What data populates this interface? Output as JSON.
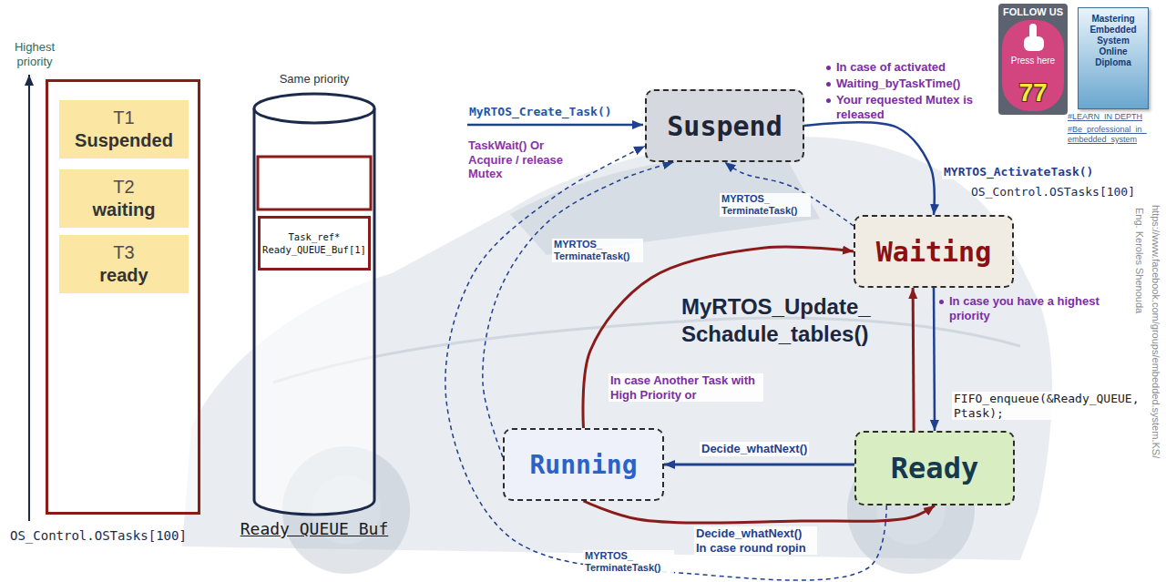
{
  "diagram": {
    "nodes": [
      {
        "text": [
          "OS_Control.OSTasks[100]"
        ]
      },
      {
        "text": [
          "T1",
          "Suspended"
        ],
        "in": 0
      },
      {
        "text": [
          "T2",
          "waiting"
        ],
        "in": 0
      },
      {
        "text": [
          "T3",
          "ready"
        ],
        "in": 0
      },
      {
        "text": [
          "Same priority",
          "Ready QUEUE Buf"
        ]
      },
      {
        "text": [
          "Task_ref* Ready_QUEUE_Buf[1]"
        ],
        "in": 4
      },
      {
        "text": [
          "Suspend"
        ]
      },
      {
        "text": [
          "Waiting"
        ]
      },
      {
        "text": [
          "Ready"
        ]
      },
      {
        "text": [
          "Running"
        ]
      },
      {
        "text": [
          "FOLLOW US",
          "Press here",
          "77"
        ]
      },
      {
        "text": [
          "Mastering Embedded System Online Diploma"
        ]
      }
    ],
    "edges": [
      {
        "from": 6,
        "to": 7,
        "arrow": "to",
        "label": "MYRTOS_ActivateTask()"
      },
      {
        "from": 7,
        "to": 6,
        "arrow": "to",
        "label": "MYRTOS_ TerminateTask()"
      },
      {
        "from": 7,
        "to": 8,
        "arrow": "to",
        "label": "FIFO_enqueue(&Ready_QUEUE, Ptask);"
      },
      {
        "from": 8,
        "to": 7,
        "arrow": "to"
      },
      {
        "from": 8,
        "to": 9,
        "arrow": "to",
        "label": "Decide_whatNext()"
      },
      {
        "from": 9,
        "to": 7,
        "arrow": "to",
        "label": "In case Another Task with High Priority or"
      },
      {
        "from": 9,
        "to": 8,
        "arrow": "to",
        "label": "Decide_whatNext() In case round ropin"
      },
      {
        "from": 9,
        "to": 6,
        "arrow": "to",
        "label": "MYRTOS_ TerminateTask()"
      },
      {
        "from": 8,
        "to": 6,
        "arrow": "to",
        "label": "MYRTOS_ TerminateTask()"
      }
    ],
    "labels": [
      "Highest priority",
      "MyRTOS_Create_Task()",
      "TaskWait() Or Acquire / release Mutex",
      "In case of activated",
      "Waiting_byTaskTime()",
      "Your requested Mutex is released",
      "OS_Control.OSTasks[100]",
      "MyRTOS_Update_ Schadule_tables()",
      "In case you have a highest priority",
      "#LEARN_IN DEPTH",
      "#Be_professional_in_ embedded_system",
      "https://www.facebook.com/groups/embedded.system.KS/",
      "Eng. Keroles Shenouda"
    ]
  }
}
